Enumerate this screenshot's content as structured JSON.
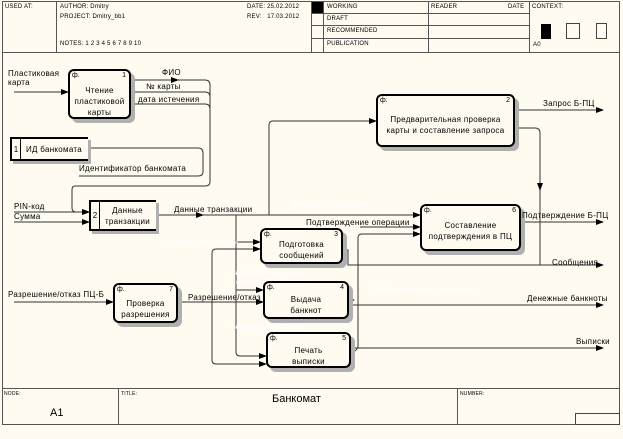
{
  "header": {
    "used_at_label": "USED AT:",
    "author_label": "AUTHOR:",
    "author": "Dmitry",
    "project_label": "PROJECT:",
    "project": "Dmitry_bb1",
    "date_label": "DATE:",
    "date": "25.02.2012",
    "rev_label": "REV:",
    "rev": "17.03.2012",
    "notes_label": "NOTES:",
    "notes": "1 2 3 4 5 6 7 8 9 10",
    "status_options": [
      "WORKING",
      "DRAFT",
      "RECOMMENDED",
      "PUBLICATION"
    ],
    "status_selected": "WORKING",
    "reader_label": "READER",
    "reader_date_label": "DATE",
    "context_label": "CONTEXT:",
    "context_node": "A0"
  },
  "footer": {
    "node_label": "NODE:",
    "node": "A1",
    "title_label": "TITLE:",
    "title": "Банкомат",
    "number_label": "NUMBER:"
  },
  "diagram": {
    "corner_mark": "ф.",
    "boxes": [
      {
        "id": "1",
        "text": [
          "Чтение",
          "пластиковой",
          "карты"
        ]
      },
      {
        "id": "2",
        "text": [
          "Предварительная проверка",
          "карты и составление запроса"
        ]
      },
      {
        "id": "3",
        "text": [
          "Подготовка",
          "сообщений"
        ]
      },
      {
        "id": "4",
        "text": [
          "Выдача",
          "банкнот"
        ]
      },
      {
        "id": "5",
        "text": [
          "Печать",
          "выписки"
        ]
      },
      {
        "id": "6",
        "text": [
          "Составление",
          "подтверждения в ПЦ"
        ]
      },
      {
        "id": "7",
        "text": [
          "Проверка",
          "разрешения"
        ]
      }
    ],
    "tunnels": [
      {
        "num": "1",
        "text": [
          "ИД банкомата"
        ]
      },
      {
        "num": "2",
        "text": [
          "Данные",
          "транзакции"
        ]
      }
    ],
    "arrows": {
      "plastic_card": "Пластиковая\nкарта",
      "plastic_card_1": "Пластиковая",
      "plastic_card_2": "карта",
      "fio": "ФИО",
      "card_no": "№ карты",
      "expiry": "дата истечения",
      "atm_id": "Идентификатор банкомата",
      "pin": "PIN-код",
      "sum": "Сумма",
      "tx_data": "Данные транзакции",
      "request": "Запрос Б-ПЦ",
      "op_confirm": "Подтверждение операции",
      "confirm_b": "Подтверждение Б-ПЦ",
      "messages": "Сообщения",
      "permission_in": "Разрешение/отказ ПЦ-Б",
      "permission": "Разрешение/отказ",
      "banknotes": "Денежные банкноты",
      "statements": "Выписки"
    },
    "ghost_labels": [
      "Данные транзакции",
      "Данные транзакции",
      "Разрешение/отказ",
      "Данные транзакции",
      "Разрешение/отказ",
      "Подтверждение операции",
      "Данные транзакции",
      "Подтверждение операции"
    ]
  }
}
